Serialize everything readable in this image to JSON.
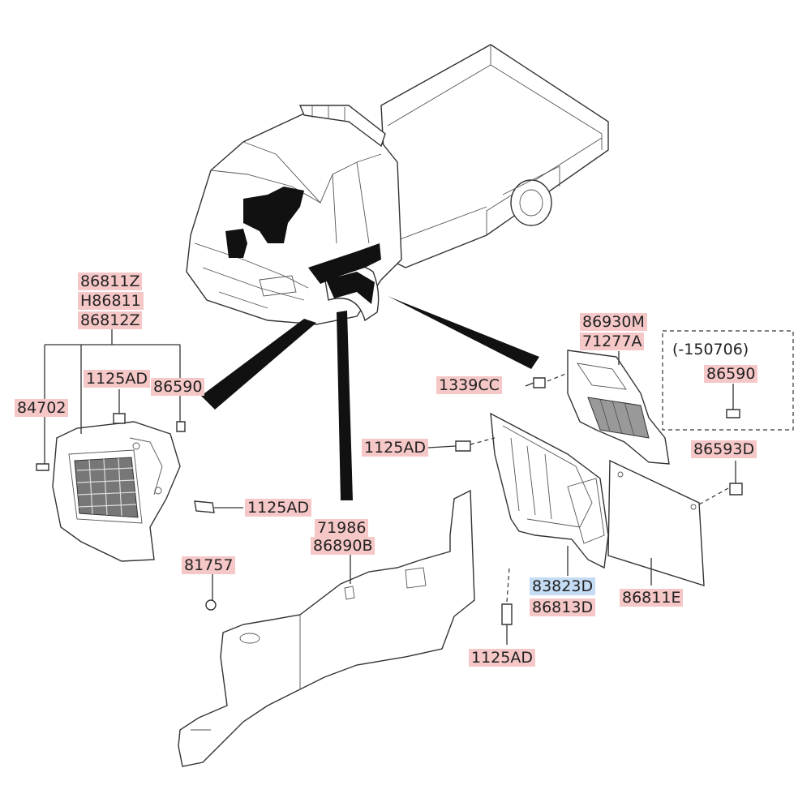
{
  "labels": {
    "l86811Z": "86811Z",
    "lH86811": "H86811",
    "l86812Z": "86812Z",
    "l84702": "84702",
    "l1125AD_a": "1125AD",
    "l86590_a": "86590",
    "l1125AD_b": "1125AD",
    "l71986": "71986",
    "l86890B": "86890B",
    "l81757": "81757",
    "l86930M": "86930M",
    "l71277A": "71277A",
    "l150706": "(-150706)",
    "l86590_b": "86590",
    "l1339CC": "1339CC",
    "l1125AD_c": "1125AD",
    "l86593D": "86593D",
    "l83823D": "83823D",
    "l86813D": "86813D",
    "l86811E": "86811E",
    "l1125AD_d": "1125AD"
  },
  "colors": {
    "label_highlight": "#f6c7c7",
    "label_highlight_alt": "#c5dcf5"
  }
}
